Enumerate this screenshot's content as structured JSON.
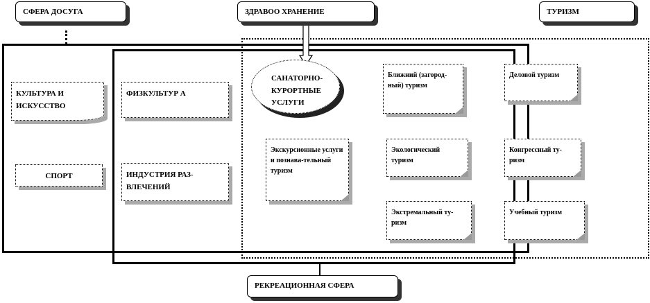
{
  "headers": {
    "leisure": "СФЕРА ДОСУГА",
    "health": "ЗДРАВОО ХРАНЕНИЕ",
    "tourism": "ТУРИЗМ",
    "recreation": "РЕКРЕАЦИОННАЯ  СФЕРА"
  },
  "nodes": {
    "culture": "КУЛЬТУРА И ИСКУССТВО",
    "sport": "СПОРТ",
    "fitness": "ФИЗКУЛЬТУР А",
    "entertainment": "ИНДУСТРИЯ РАЗ-ВЛЕЧЕНИЙ",
    "sanatorium": "САНАТОРНО-КУРОРТНЫЕ УСЛУГИ",
    "excursion": "Экскурсионные услуги и познава-тельный туризм",
    "suburban": "Ближний (загород-ный) туризм",
    "eco": "Экологический туризм",
    "extreme": "Экстремальный ту-ризм",
    "business": "Деловой туризм",
    "congress": "Конгрессный ту-ризм",
    "study": "Учебный туризм"
  }
}
